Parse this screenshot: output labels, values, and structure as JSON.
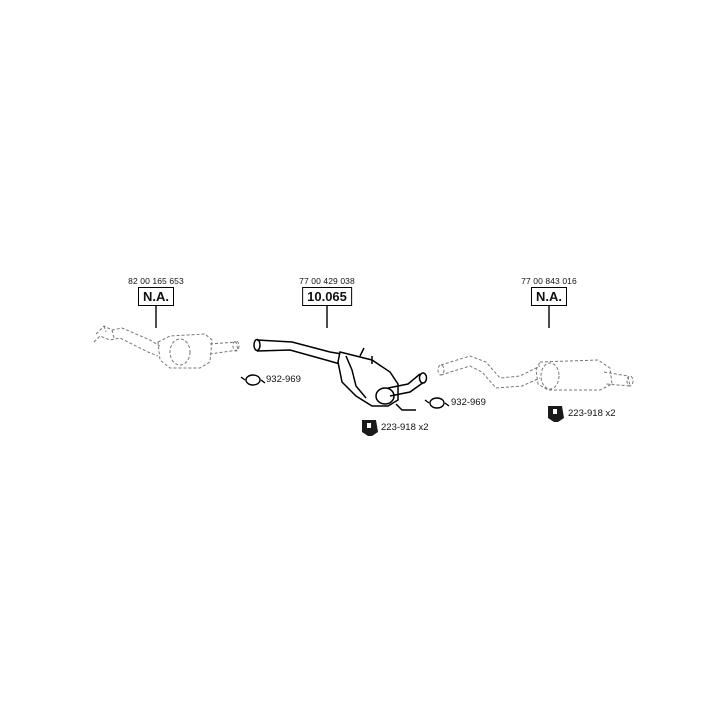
{
  "sections": [
    {
      "oem_number": "82 00 165 653",
      "part_label": "N.A."
    },
    {
      "oem_number": "77 00 429 038",
      "part_label": "10.065"
    },
    {
      "oem_number": "77 00 843 016",
      "part_label": "N.A."
    }
  ],
  "accessories": {
    "clamp_left": "932-969",
    "clamp_right": "932-969",
    "hanger_center": "223-918 x2",
    "hanger_right": "223-918 x2"
  },
  "icons": [
    "pipe-clamp-icon",
    "rubber-hanger-icon"
  ]
}
